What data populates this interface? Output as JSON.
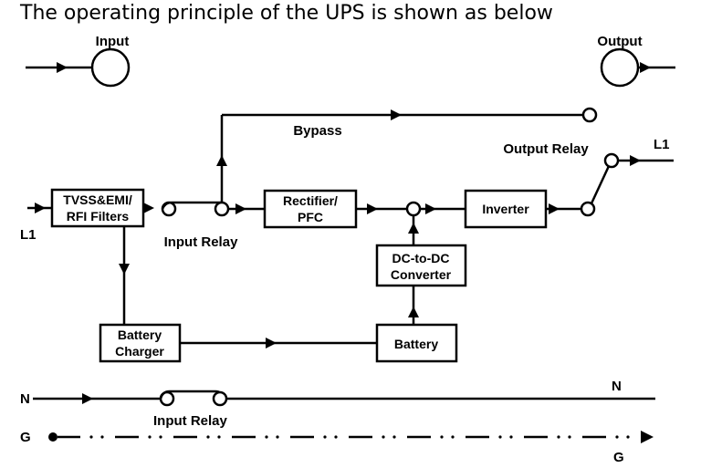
{
  "title": "The operating principle of the UPS is shown as below",
  "labels": {
    "input": "Input",
    "output": "Output",
    "bypass": "Bypass",
    "output_relay": "Output Relay",
    "input_relay_top": "Input Relay",
    "input_relay_bottom": "Input Relay",
    "l1_left": "L1",
    "l1_right": "L1",
    "n_left": "N",
    "n_right": "N",
    "g_left": "G",
    "g_right": "G"
  },
  "blocks": {
    "tvss_line1": "TVSS&EMI/",
    "tvss_line2": "RFI Filters",
    "rectifier_line1": "Rectifier/",
    "rectifier_line2": "PFC",
    "inverter": "Inverter",
    "dcdc_line1": "DC-to-DC",
    "dcdc_line2": "Converter",
    "charger_line1": "Battery",
    "charger_line2": "Charger",
    "battery": "Battery"
  },
  "colors": {
    "ink": "#000000",
    "background": "#ffffff"
  }
}
